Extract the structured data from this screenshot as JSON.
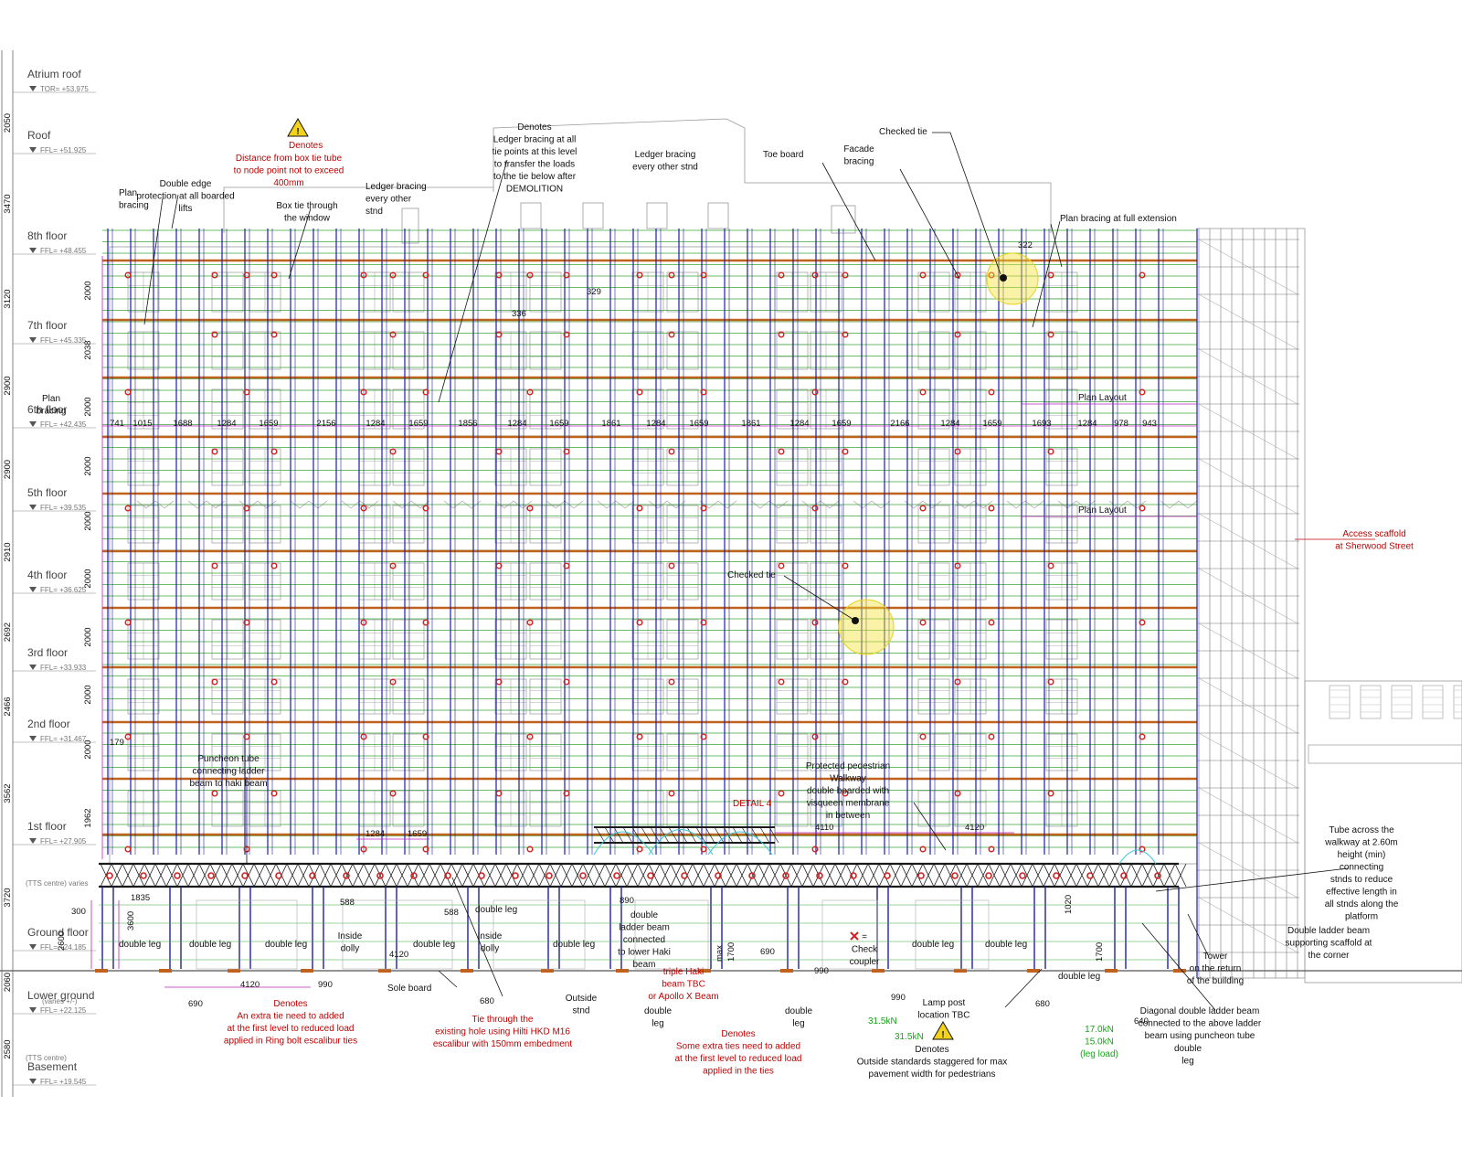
{
  "colors": {
    "standard": "#1f1fa8",
    "ledger": "#3aa63a",
    "board": "#c0621c",
    "tie": "#d42020",
    "dimension": "#c020c0",
    "note_red": "#c00000",
    "note_green": "#1aa31a",
    "check_circle": "#f3e23a",
    "building": "#999999",
    "beam": "#1a1a1a",
    "detail_arc": "#39c6d6"
  },
  "icons": [
    "warning-icon",
    "check-coupler-icon"
  ],
  "levels": [
    {
      "name": "Atrium roof",
      "ffl": "TOR= +53.975"
    },
    {
      "name": "Roof",
      "ffl": "FFL= +51.925"
    },
    {
      "name": "8th floor",
      "ffl": "FFL= +48.455"
    },
    {
      "name": "7th floor",
      "ffl": "FFL= +45.335"
    },
    {
      "name": "6th floor",
      "ffl": "FFL= +42.435"
    },
    {
      "name": "5th floor",
      "ffl": "FFL= +39.535"
    },
    {
      "name": "4th floor",
      "ffl": "FFL= +36.625"
    },
    {
      "name": "3rd floor",
      "ffl": "FFL= +33.933"
    },
    {
      "name": "2nd floor",
      "ffl": "FFL= +31.467"
    },
    {
      "name": "1st floor",
      "ffl": "FFL= +27.905"
    },
    {
      "name": "Ground floor",
      "ffl": "FFL= +24.185"
    },
    {
      "name": "Lower ground",
      "ffl": "FFL= +22.125"
    },
    {
      "name": "Basement",
      "ffl": "FFL= +19.545"
    }
  ],
  "extra_level_notes": [
    "(TTS centre) varies",
    "(varies +/-)",
    "(TTS centre)"
  ],
  "storey_heights": [
    "2050",
    "3470",
    "3120",
    "2900",
    "2900",
    "2910",
    "2692",
    "2466",
    "3562",
    "3720",
    "2060",
    "2580"
  ],
  "lift_heights": [
    "2000",
    "2038",
    "2000",
    "2000",
    "2000",
    "2000",
    "2000",
    "2000",
    "2000",
    "1962"
  ],
  "bay_widths": [
    "741",
    "1015",
    "1688",
    "1284",
    "1659",
    "2156",
    "1284",
    "1659",
    "1856",
    "1284",
    "1659",
    "1861",
    "1284",
    "1659",
    "1861",
    "1284",
    "1659",
    "2166",
    "1284",
    "1659",
    "1693",
    "1284",
    "978",
    "943"
  ],
  "dims": {
    "d322": "322",
    "d329": "329",
    "d336": "336",
    "d179": "179",
    "d1284": "1284",
    "d1659": "1659",
    "d4110": "4110",
    "d4120a": "4120",
    "d300": "300",
    "d2600": "2600",
    "d3600": "3600",
    "d1835": "1835",
    "d4120b": "4120",
    "d4120c": "4120",
    "d588a": "588",
    "d588b": "588",
    "d990a": "990",
    "d690a": "690",
    "d680a": "680",
    "d690b": "690",
    "d890": "890",
    "d990b": "990",
    "d990c": "990",
    "d1700a": "1700",
    "d1700b": "1700",
    "d1020": "1020",
    "d680b": "680",
    "d640": "640"
  },
  "notes": {
    "denotes_tie_title": "Denotes",
    "denotes_tie": [
      "Distance from box tie tube",
      "to node point not to exceed",
      "400mm"
    ],
    "ledger_demolition": [
      "Denotes",
      "Ledger bracing at all",
      "tie points at this level",
      "to transfer the loads",
      "to the tie below after",
      "DEMOLITION"
    ],
    "ledger_every_other_1": [
      "Ledger bracing",
      "every other stnd"
    ],
    "ledger_every_other_2": [
      "Ledger bracing",
      "every other",
      "stnd"
    ],
    "toe_board": "Toe board",
    "checked_tie_top": "Checked tie",
    "facade_bracing": [
      "Facade",
      "bracing"
    ],
    "plan_bracing_top": [
      "Plan",
      "bracing"
    ],
    "double_edge": [
      "Double edge",
      "protection at all boarded",
      "lifts"
    ],
    "box_tie": [
      "Box tie through",
      "the window"
    ],
    "plan_bracing_full": "Plan bracing at full extension",
    "plan_bracing_mid": [
      "Plan",
      "bracing"
    ],
    "plan_layout_1": "Plan Layout",
    "plan_layout_2": "Plan Layout",
    "access_scaffold": [
      "Access scaffold",
      "at Sherwood Street"
    ],
    "checked_tie_mid": "Checked tie",
    "puncheon": [
      "Puncheon tube",
      "connecting ladder",
      "beam to haki beam"
    ],
    "detail4": "DETAIL 4",
    "pedestrian": [
      "Protected pedestrian",
      "Walkway",
      "double boarded with",
      "visqueen membrane",
      "in between"
    ],
    "tube_across": [
      "Tube across the",
      "walkway at 2.60m",
      "height (min)",
      "connecting",
      "stnds to reduce",
      "effective length in",
      "all stnds along the",
      "platform"
    ],
    "double_ladder": [
      "Double ladder beam",
      "supporting scaffold at",
      "the corner"
    ],
    "tower": [
      "Tower",
      "on the return",
      "of the building"
    ],
    "double_leg": "double leg",
    "double_leg_stack": [
      "double",
      "leg"
    ],
    "inside_dolly": [
      "Inside",
      "dolly"
    ],
    "double_ladder_haki": [
      "double",
      "ladder beam",
      "connected",
      "to lower Haki",
      "beam"
    ],
    "max": "max",
    "triple_haki": [
      "triple Haki",
      "beam TBC",
      "or Apollo X Beam"
    ],
    "check_coupler": [
      "=",
      "Check",
      "coupler"
    ],
    "sole_board": "Sole board",
    "outside_stnd": [
      "Outside",
      "stnd"
    ],
    "lamp_post": [
      "Lamp post",
      "location TBC"
    ],
    "denotes_extra_1": [
      "Denotes",
      "An extra tie need to added",
      "at the first level to reduced load",
      "applied in Ring bolt escalibur ties"
    ],
    "tie_through": [
      "Tie through the",
      "existing hole using Hilti HKD M16",
      "escalibur with 150mm embedment"
    ],
    "denotes_extra_2": [
      "Denotes",
      "Some extra ties need to added",
      "at the first level to reduced load",
      "applied in the ties"
    ],
    "denotes_outside": [
      "Denotes",
      "Outside standards staggered for max",
      "pavement width for pedestrians"
    ],
    "diagonal_ladder": [
      "Diagonal double ladder beam",
      "connected to the above ladder",
      "beam using puncheon tube"
    ]
  },
  "loads": {
    "l1": "31.5kN",
    "l2": "31.5kN",
    "l3": [
      "17.0kN",
      "15.0kN",
      "(leg load)"
    ]
  }
}
